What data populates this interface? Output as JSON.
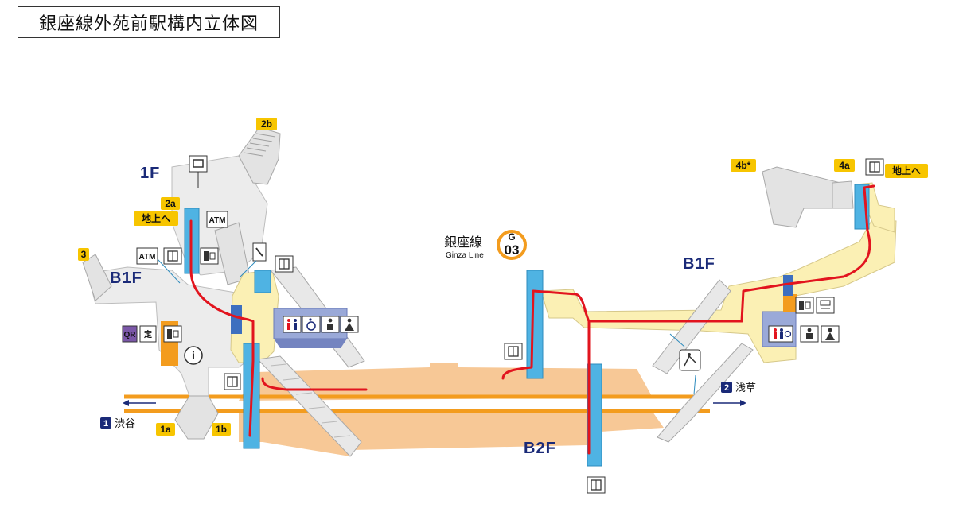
{
  "title": "銀座線外苑前駅構内立体図",
  "floors": {
    "f1": "1F",
    "b1_left": "B1F",
    "b1_right": "B1F",
    "b2": "B2F"
  },
  "exits": {
    "e2b": "2b",
    "e2a": "2a",
    "e3": "3",
    "e4b": "4b*",
    "e4a": "4a",
    "e1a": "1a",
    "e1b": "1b"
  },
  "to_ground": {
    "left": "地上へ",
    "right": "地上へ"
  },
  "line_badge": {
    "name_ja": "銀座線",
    "name_en": "Ginza Line",
    "letter": "G",
    "number": "03"
  },
  "directions": {
    "left": {
      "number": "1",
      "label": "渋谷"
    },
    "right": {
      "number": "2",
      "label": "浅草"
    }
  },
  "icons": {
    "atm_label": "ATM",
    "qr_label": "QR",
    "teiki_label": "定",
    "info_label": "i"
  },
  "colors": {
    "track": "#f39c1e",
    "route": "#e2141e",
    "elevator": "#4fb3e3",
    "b2_floor": "#f7c896",
    "b1_floor": "#fbf0b4",
    "concourse": "#ececec",
    "toilet_box": "#9aa9d8",
    "exit_tag": "#f7c500",
    "floor_text": "#1a2a78"
  }
}
